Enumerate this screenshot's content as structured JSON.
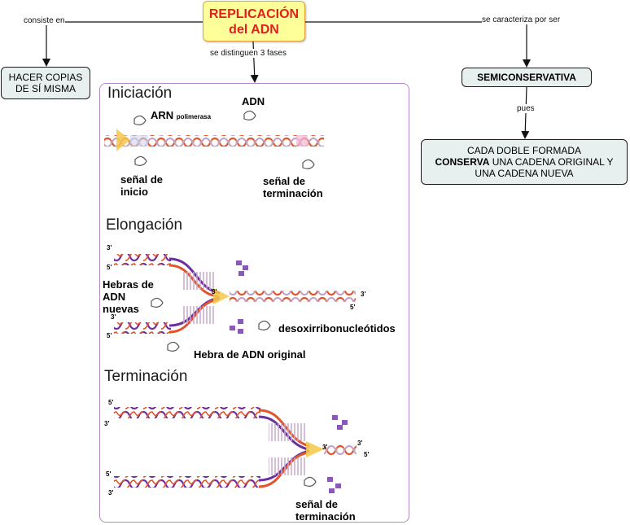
{
  "map": {
    "root": {
      "line1": "REPLICACIÓN",
      "line2": "del ADN"
    },
    "links": {
      "consiste": "consiste en",
      "caracteriza": "se caracteriza por ser",
      "distinguen": "se distinguen 3 fases",
      "pues": "pues"
    },
    "copies": {
      "line1": "HACER COPIAS",
      "line2": "DE SÍ MISMA"
    },
    "semi": "SEMICONSERVATIVA",
    "cada": {
      "line1": "CADA DOBLE FORMADA",
      "bold": "CONSERVA",
      "line2rest": " UNA CADENA ORIGINAL Y",
      "line3": "UNA CADENA NUEVA"
    }
  },
  "panel": {
    "iniciacion": {
      "title": "Iniciación",
      "arn": "ARN",
      "polimerasa": "polimerasa",
      "adn": "ADN",
      "senal_inicio_1": "señal de",
      "senal_inicio_2": "inicio",
      "senal_term_1": "señal de",
      "senal_term_2": "terminación"
    },
    "elongacion": {
      "title": "Elongación",
      "hebras_1": "Hebras de",
      "hebras_2": "ADN",
      "hebras_3": "nuevas",
      "desoxi": "desoxirribonucleótidos",
      "original": "Hebra de ADN original",
      "e3a": "3'",
      "e5a": "5'",
      "e3b": "3'",
      "e5b": "5'",
      "e3c": "3'",
      "e3d": "3'",
      "e5d": "5'"
    },
    "terminacion": {
      "title": "Terminación",
      "senal_1": "señal de",
      "senal_2": "terminación",
      "t5a": "5'",
      "t3a": "3'",
      "t5b": "5'",
      "t3b": "3'",
      "t3c": "3'",
      "t3d": "3'",
      "t5d": "5'"
    }
  },
  "colors": {
    "root_fill": "#ffff99",
    "root_text": "#e02020",
    "node_fill": "#e8f0ef",
    "panel_border": "#b889c4",
    "strand_orange": "#e0552a",
    "strand_purple": "#6a2fa0",
    "primer_yellow": "#f5c84a"
  }
}
